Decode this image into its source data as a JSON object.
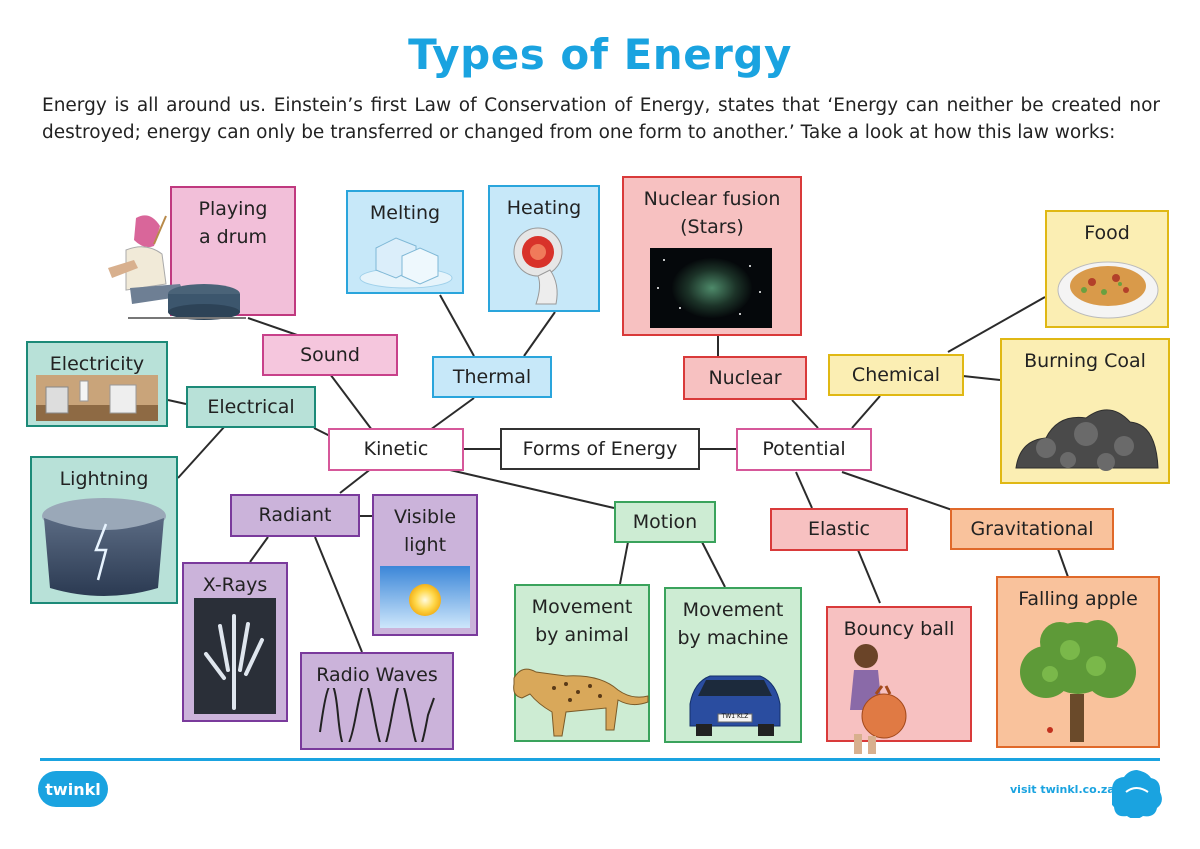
{
  "title": "Types of Energy",
  "intro": "Energy is all around us. Einstein’s first Law of Conservation of Energy, states that ‘Energy can neither be created nor destroyed; energy can only be transferred or changed from one form to another.’ Take a look at how this law works:",
  "nodes": {
    "forms": "Forms of Energy",
    "kinetic": "Kinetic",
    "potential": "Potential",
    "sound": "Sound",
    "thermal": "Thermal",
    "electrical": "Electrical",
    "radiant": "Radiant",
    "motion": "Motion",
    "nuclear": "Nuclear",
    "chemical": "Chemical",
    "elastic": "Elastic",
    "gravitational": "Gravitational"
  },
  "examples": {
    "drum": [
      "Playing",
      "a drum"
    ],
    "melting": "Melting",
    "heating": "Heating",
    "fusion": [
      "Nuclear fusion",
      "(Stars)"
    ],
    "food": "Food",
    "coal": "Burning Coal",
    "electricity": "Electricity",
    "lightning": "Lightning",
    "xrays": "X-Rays",
    "visible": [
      "Visible",
      "light"
    ],
    "radio": "Radio Waves",
    "animal": [
      "Movement",
      "by animal"
    ],
    "machine": [
      "Movement",
      "by machine"
    ],
    "ball": "Bouncy ball",
    "apple": "Falling apple"
  },
  "plate": "TW1 KLZ",
  "footer": {
    "logo": "twinkl",
    "visit": "visit twinkl.co.za"
  }
}
